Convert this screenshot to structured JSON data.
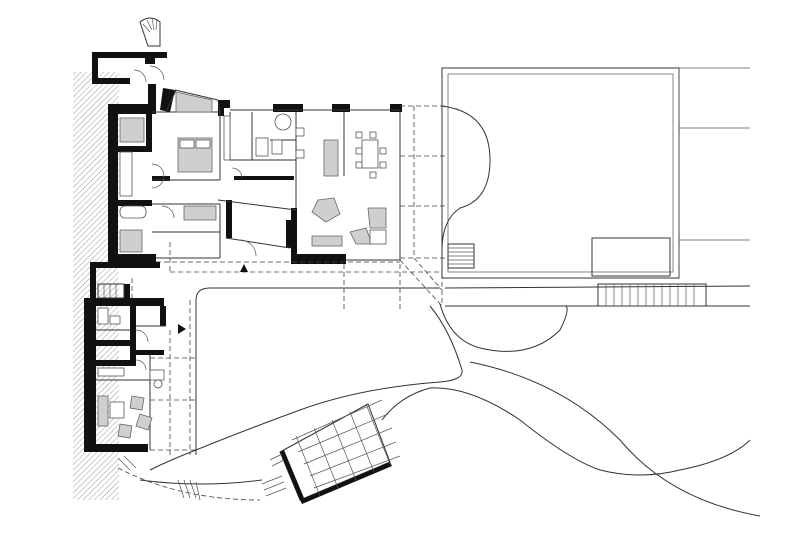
{
  "drawing": {
    "type": "architectural floor plan",
    "colors": {
      "background": "#ffffff",
      "walls": "#111111",
      "lines": "#333333",
      "furniture": "#cfcfcf",
      "hatch": "#9a9a9a"
    },
    "symbols": [
      "north-arrow-triangle",
      "entrance-triangle"
    ]
  }
}
